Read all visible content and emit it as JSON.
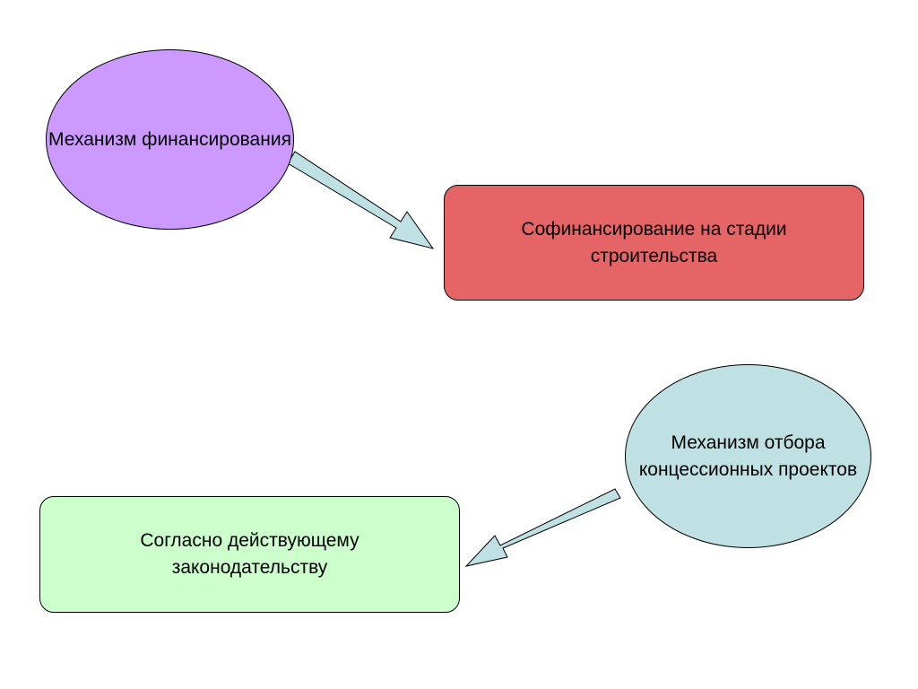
{
  "nodes": [
    {
      "id": "financing-mechanism",
      "shape": "ellipse",
      "label": "Механизм финансирования",
      "fill": "#cc99ff"
    },
    {
      "id": "cofinancing",
      "shape": "rounded-rect",
      "label": "Софинансирование на стадии строительства",
      "fill": "#e56567"
    },
    {
      "id": "selection-mechanism",
      "shape": "ellipse",
      "label": "Механизм отбора концессионных проектов",
      "fill": "#bfe1e3"
    },
    {
      "id": "legislation",
      "shape": "rounded-rect",
      "label": "Согласно действующему законодательству",
      "fill": "#ccffcc"
    }
  ],
  "edges": [
    {
      "from": "financing-mechanism",
      "to": "cofinancing"
    },
    {
      "from": "selection-mechanism",
      "to": "legislation"
    }
  ],
  "arrow_fill": "#bfe1e3",
  "stroke": "#000000"
}
